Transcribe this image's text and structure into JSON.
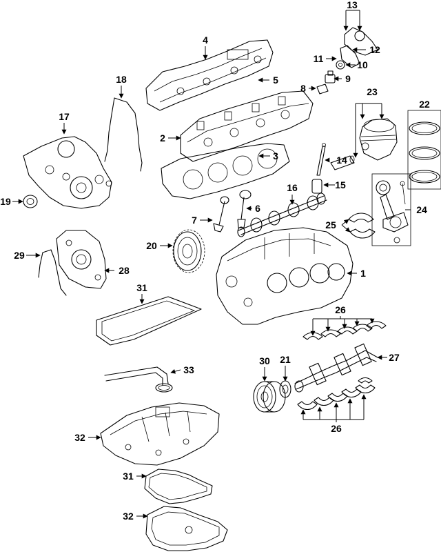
{
  "callouts": {
    "c1": "1",
    "c2": "2",
    "c3": "3",
    "c4": "4",
    "c5": "5",
    "c6": "6",
    "c7": "7",
    "c8": "8",
    "c9": "9",
    "c10": "10",
    "c11": "11",
    "c12": "12",
    "c13": "13",
    "c14": "14",
    "c15": "15",
    "c16": "16",
    "c17": "17",
    "c18": "18",
    "c19": "19",
    "c20": "20",
    "c21": "21",
    "c22": "22",
    "c23": "23",
    "c24": "24",
    "c25": "25",
    "c26a": "26",
    "c26b": "26",
    "c27": "27",
    "c28": "28",
    "c29": "29",
    "c30": "30",
    "c31a": "31",
    "c31b": "31",
    "c32a": "32",
    "c32b": "32",
    "c33": "33"
  }
}
